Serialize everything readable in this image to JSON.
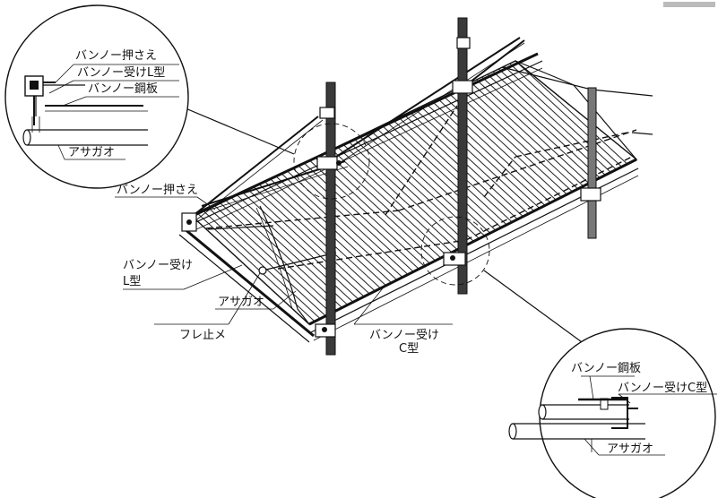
{
  "labels": {
    "detail_top": {
      "osae": "バンノー押さえ",
      "uke_l": "バンノー受けL型",
      "kouban": "バンノー鋼板",
      "asagao": "アサガオ"
    },
    "main": {
      "osae": "バンノー押さえ",
      "uke_l_line1": "バンノー受け",
      "uke_l_line2": "L型",
      "asagao": "アサガオ",
      "fure": "フレ止メ",
      "uke_c_line1": "バンノー受け",
      "uke_c_line2": "C型"
    },
    "detail_bottom": {
      "kouban": "バンノー鋼板",
      "uke_c": "バンノー受けC型",
      "asagao": "アサガオ"
    }
  }
}
